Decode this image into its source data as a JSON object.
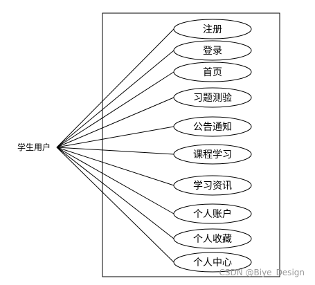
{
  "actor": {
    "label": "学生用户"
  },
  "use_cases": [
    {
      "label": "注册"
    },
    {
      "label": "登录"
    },
    {
      "label": "首页"
    },
    {
      "label": "习题测验"
    },
    {
      "label": "公告通知"
    },
    {
      "label": "课程学习"
    },
    {
      "label": "学习资讯"
    },
    {
      "label": "个人账户"
    },
    {
      "label": "个人收藏"
    },
    {
      "label": "个人中心"
    }
  ],
  "watermark": {
    "text": "CSDN @Biye_Design"
  },
  "colors": {
    "stroke": "#000000",
    "background": "#ffffff",
    "watermark": "#9a9a9a"
  }
}
